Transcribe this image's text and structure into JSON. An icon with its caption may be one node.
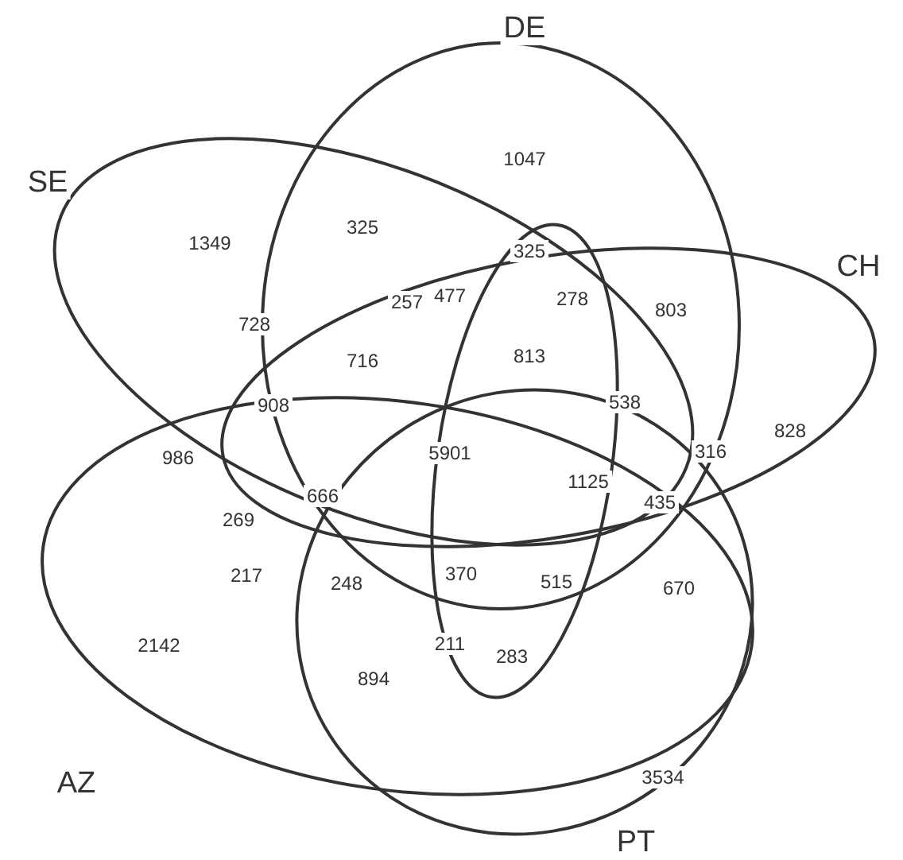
{
  "diagram": {
    "labels": [
      "DE",
      "1047",
      "SE",
      "325",
      "325",
      "1349",
      "CH",
      "477",
      "278",
      "257",
      "803",
      "728",
      "813",
      "716",
      "538",
      "908",
      "828",
      "5901",
      "986",
      "316",
      "1125",
      "666",
      "435",
      "269",
      "217",
      "370",
      "248",
      "515",
      "670",
      "2142",
      "211",
      "283",
      "894",
      "3534",
      "AZ",
      "PT"
    ]
  }
}
